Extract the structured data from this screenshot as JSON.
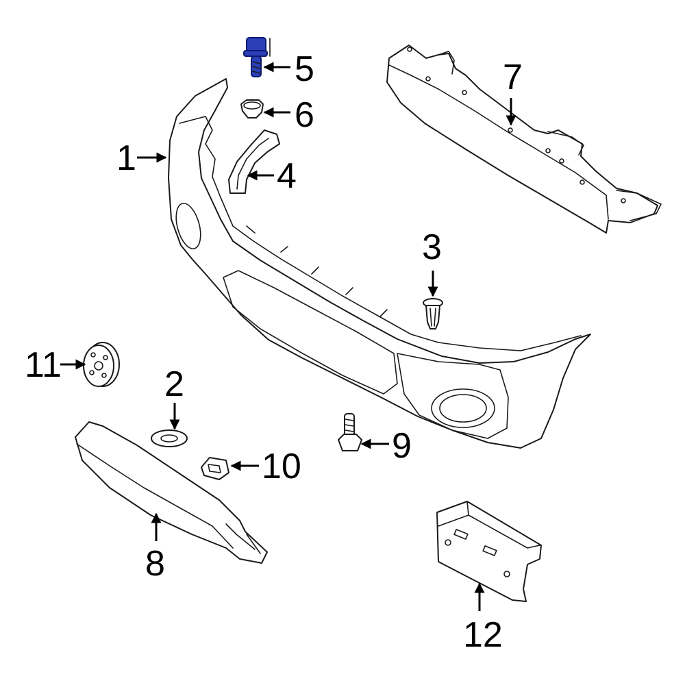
{
  "highlight_color": "#2a3fb8",
  "highlighted_part": "5",
  "callouts": [
    {
      "id": "c1",
      "label": "1"
    },
    {
      "id": "c2",
      "label": "2"
    },
    {
      "id": "c3",
      "label": "3"
    },
    {
      "id": "c4",
      "label": "4"
    },
    {
      "id": "c5",
      "label": "5"
    },
    {
      "id": "c6",
      "label": "6"
    },
    {
      "id": "c7",
      "label": "7"
    },
    {
      "id": "c8",
      "label": "8"
    },
    {
      "id": "c9",
      "label": "9"
    },
    {
      "id": "c10",
      "label": "10"
    },
    {
      "id": "c11",
      "label": "11"
    },
    {
      "id": "c12",
      "label": "12"
    }
  ]
}
